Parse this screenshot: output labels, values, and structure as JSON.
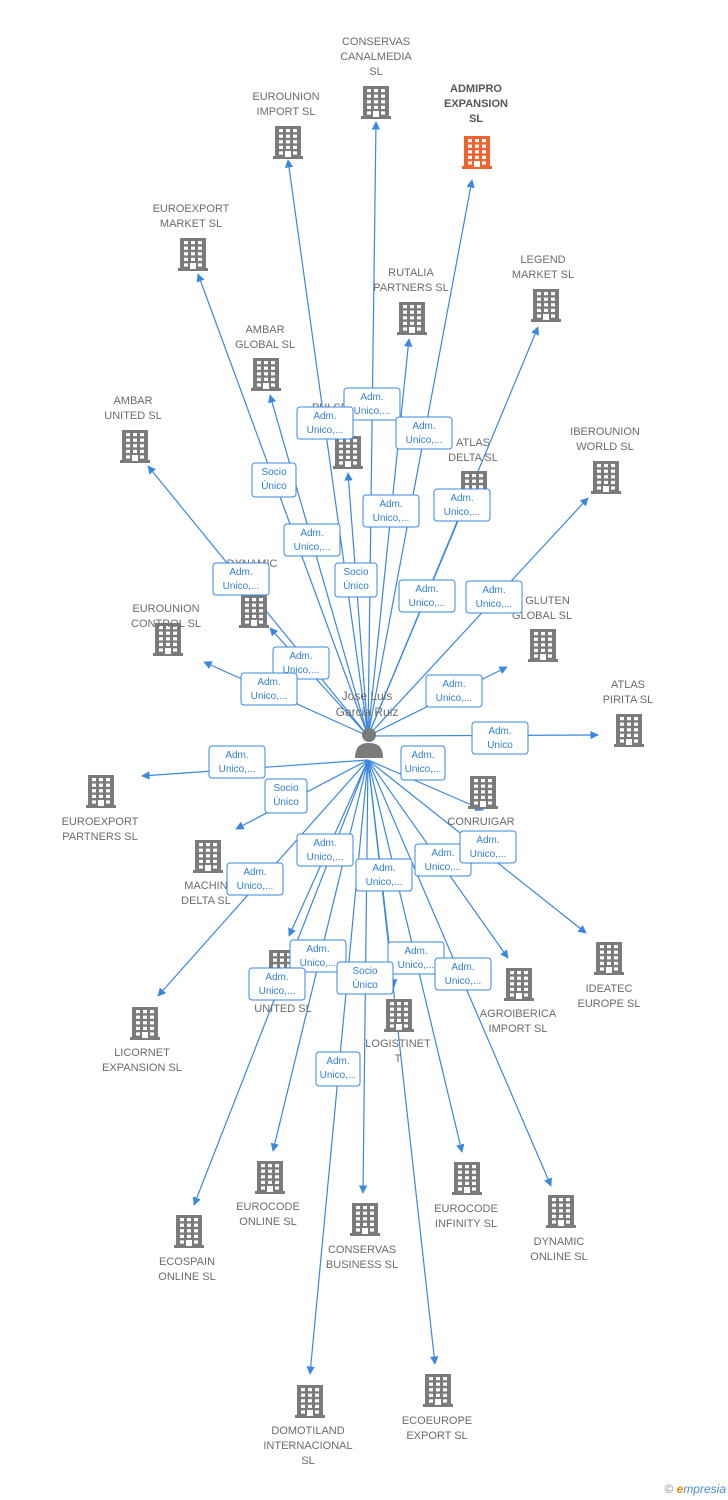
{
  "person": {
    "name_line1": "Jose Luis",
    "name_line2": "Garcia Ruiz"
  },
  "colors": {
    "edge": "#3a87e0",
    "building": "#7b7b7b",
    "highlight": "#f0622e"
  },
  "companies": [
    {
      "id": "conservas-canalmedia",
      "lines": [
        "CONSERVAS",
        "CANALMEDIA",
        "SL"
      ],
      "highlight": false
    },
    {
      "id": "eurounion-import",
      "lines": [
        "EUROUNION",
        "IMPORT  SL"
      ],
      "highlight": false
    },
    {
      "id": "admipro-expansion",
      "lines": [
        "ADMIPRO",
        "EXPANSION",
        "SL"
      ],
      "highlight": true
    },
    {
      "id": "euroexport-market",
      "lines": [
        "EUROEXPORT",
        "MARKET  SL"
      ],
      "highlight": false
    },
    {
      "id": "rutalia-partners",
      "lines": [
        "RUTALIA",
        "PARTNERS  SL"
      ],
      "highlight": false
    },
    {
      "id": "legend-market",
      "lines": [
        "LEGEND",
        "MARKET  SL"
      ],
      "highlight": false
    },
    {
      "id": "ambar-global",
      "lines": [
        "AMBAR",
        "GLOBAL  SL"
      ],
      "highlight": false
    },
    {
      "id": "pulse",
      "lines": [
        "PULSE",
        "T  SL"
      ],
      "highlight": false
    },
    {
      "id": "ambar-united",
      "lines": [
        "AMBAR",
        "UNITED  SL"
      ],
      "highlight": false
    },
    {
      "id": "atlas-delta",
      "lines": [
        "ATLAS",
        "DELTA  SL"
      ],
      "highlight": false
    },
    {
      "id": "iberounion-world",
      "lines": [
        "IBEROUNION",
        "WORLD  SL"
      ],
      "highlight": false
    },
    {
      "id": "dynamic",
      "lines": [
        "DYNAMIC",
        "SL"
      ],
      "highlight": false
    },
    {
      "id": "eurounion-control",
      "lines": [
        "EUROUNION",
        "CONTROL  SL"
      ],
      "highlight": false
    },
    {
      "id": "gluten-global",
      "lines": [
        "N GLUTEN",
        "GLOBAL  SL"
      ],
      "highlight": false
    },
    {
      "id": "atlas-pirita",
      "lines": [
        "ATLAS",
        "PIRITA  SL"
      ],
      "highlight": false
    },
    {
      "id": "euroexport-partners",
      "lines": [
        "EUROEXPORT",
        "PARTNERS  SL"
      ],
      "highlight": false
    },
    {
      "id": "conruigar",
      "lines": [
        "CONRUIGAR"
      ],
      "highlight": false
    },
    {
      "id": "machin-delta",
      "lines": [
        "MACHIN",
        "DELTA  SL"
      ],
      "highlight": false
    },
    {
      "id": "ideatec-europe",
      "lines": [
        "IDEATEC",
        "EUROPE  SL"
      ],
      "highlight": false
    },
    {
      "id": "eurocode-united",
      "lines": [
        "E           E",
        "UNITED  SL"
      ],
      "highlight": false
    },
    {
      "id": "agroiberica-import",
      "lines": [
        "AGROIBERICA",
        "IMPORT  SL"
      ],
      "highlight": false
    },
    {
      "id": "licornet-expansion",
      "lines": [
        "LICORNET",
        "EXPANSION  SL"
      ],
      "highlight": false
    },
    {
      "id": "logistinet",
      "lines": [
        "LOGISTINET",
        "T"
      ],
      "highlight": false
    },
    {
      "id": "eurocode-online",
      "lines": [
        "EUROCODE",
        "ONLINE  SL"
      ],
      "highlight": false
    },
    {
      "id": "eurocode-infinity",
      "lines": [
        "EUROCODE",
        "INFINITY  SL"
      ],
      "highlight": false
    },
    {
      "id": "dynamic-online",
      "lines": [
        "DYNAMIC",
        "ONLINE  SL"
      ],
      "highlight": false
    },
    {
      "id": "ecospain-online",
      "lines": [
        "ECOSPAIN",
        "ONLINE  SL"
      ],
      "highlight": false
    },
    {
      "id": "conservas-business",
      "lines": [
        "CONSERVAS",
        "BUSINESS  SL"
      ],
      "highlight": false
    },
    {
      "id": "domotiland-internacional",
      "lines": [
        "DOMOTILAND",
        "INTERNACIONAL",
        "SL"
      ],
      "highlight": false
    },
    {
      "id": "ecoeurope-export",
      "lines": [
        "ECOEUROPE",
        "EXPORT  SL"
      ],
      "highlight": false
    }
  ],
  "roles": [
    {
      "lines": [
        "Adm.",
        "Unico,..."
      ]
    },
    {
      "lines": [
        "Adm.",
        "Unico,..."
      ]
    },
    {
      "lines": [
        "Adm.",
        "Unico,..."
      ]
    },
    {
      "lines": [
        "Socio",
        "Único"
      ]
    },
    {
      "lines": [
        "Adm.",
        "Unico,..."
      ]
    },
    {
      "lines": [
        "Adm.",
        "Unico,..."
      ]
    },
    {
      "lines": [
        "Adm.",
        "Unico,..."
      ]
    },
    {
      "lines": [
        "Socio",
        "Único"
      ]
    },
    {
      "lines": [
        "Adm.",
        "Unico,..."
      ]
    },
    {
      "lines": [
        "Adm.",
        "Unico,..."
      ]
    },
    {
      "lines": [
        "Adm.",
        "Unico,..."
      ]
    },
    {
      "lines": [
        "Adm.",
        "Unico,..."
      ]
    },
    {
      "lines": [
        "Adm.",
        "Unico,..."
      ]
    },
    {
      "lines": [
        "Adm.",
        "Unico,..."
      ]
    },
    {
      "lines": [
        "Adm.",
        "Unico,..."
      ]
    },
    {
      "lines": [
        "Adm.",
        "Unico"
      ]
    },
    {
      "lines": [
        "Adm.",
        "Unico,..."
      ]
    },
    {
      "lines": [
        "Socio",
        "Único"
      ]
    },
    {
      "lines": [
        "Adm.",
        "Unico,..."
      ]
    },
    {
      "lines": [
        "Adm.",
        "Unico,..."
      ]
    },
    {
      "lines": [
        "Adm.",
        "Unico,..."
      ]
    },
    {
      "lines": [
        "Adm.",
        "Unico,..."
      ]
    },
    {
      "lines": [
        "Adm.",
        "Unico,..."
      ]
    },
    {
      "lines": [
        "Adm.",
        "Unico,..."
      ]
    },
    {
      "lines": [
        "Adm.",
        "Unico,..."
      ]
    },
    {
      "lines": [
        "Adm.",
        "Unico,..."
      ]
    },
    {
      "lines": [
        "Adm.",
        "Unico,..."
      ]
    },
    {
      "lines": [
        "Socio",
        "Único"
      ]
    },
    {
      "lines": [
        "Adm.",
        "Unico,..."
      ]
    }
  ],
  "brand": {
    "copyright": "©",
    "e": "e",
    "rest": "mpresia"
  }
}
